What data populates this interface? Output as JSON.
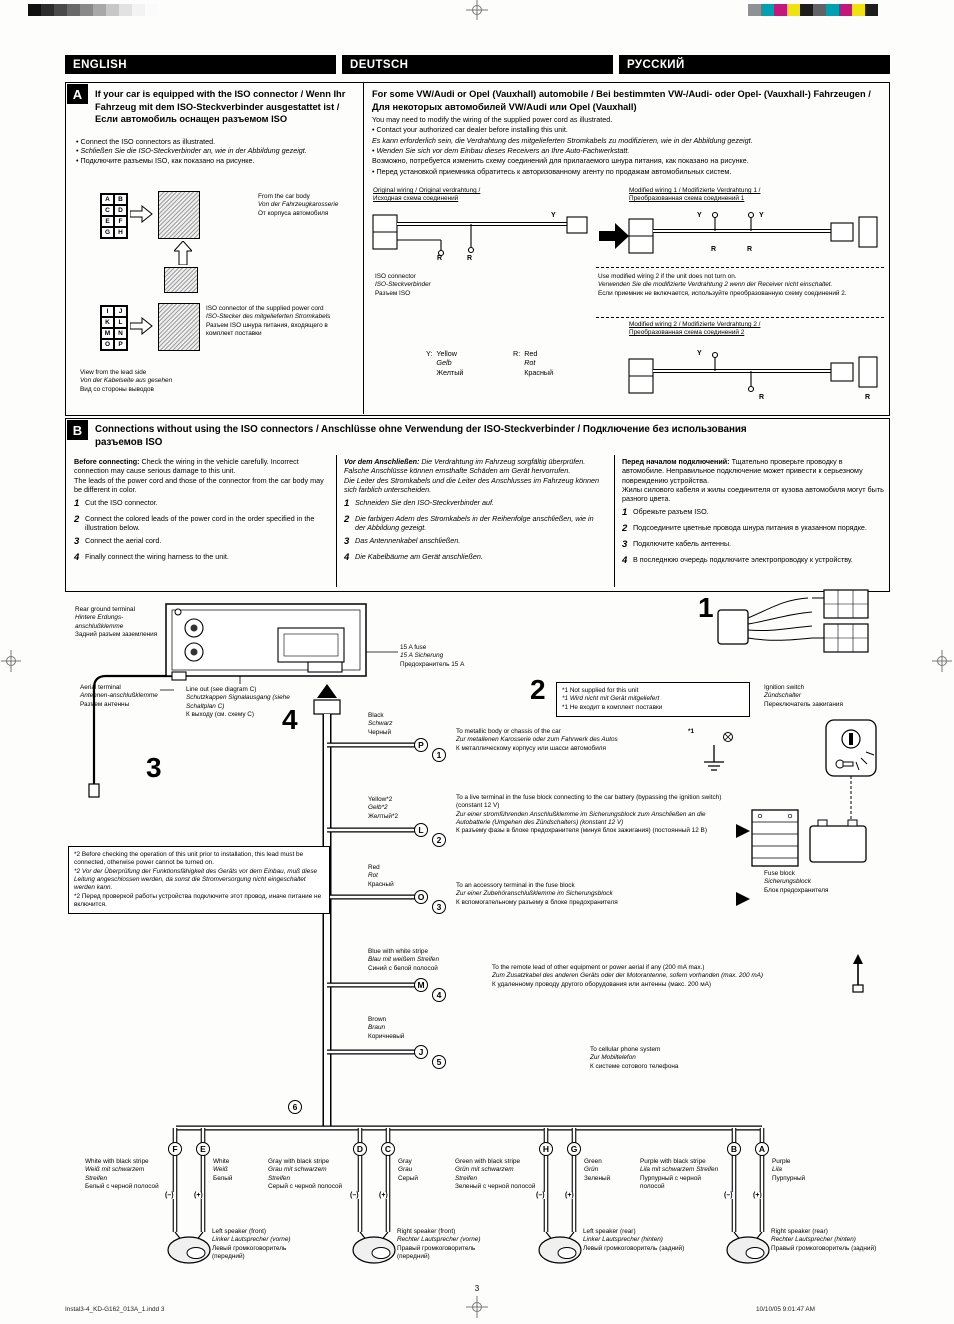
{
  "print_marks": {
    "left": [
      "#101010",
      "#2c2c2c",
      "#4a4a4a",
      "#696969",
      "#898989",
      "#a8a8a8",
      "#c7c7c7",
      "#e2e2e2",
      "#f3f3f3",
      "#fbfbfb"
    ],
    "right": [
      "#8e9294",
      "#00a0b0",
      "#c4177c",
      "#f0e20e",
      "#1d1d1b",
      "#616365",
      "#00a0b0",
      "#c4177c",
      "#f0e20e",
      "#1d1d1b"
    ]
  },
  "header": {
    "english": "ENGLISH",
    "deutsch": "DEUTSCH",
    "russian": "РУССКИЙ"
  },
  "section_a": {
    "badge": "A",
    "left": {
      "title": "If your car is equipped with the ISO connector / Wenn Ihr Fahrzeug mit dem ISO-Steckverbinder ausgestattet ist / Если автомобиль оснащен разъемом ISO",
      "bullet_en": "• Connect the ISO connectors as illustrated.",
      "bullet_de": "• Schließen Sie die ISO-Steckverbinder an, wie in der Abbildung gezeigt.",
      "bullet_ru": "• Подключите разъемы ISO, как показано на рисунке.",
      "pins_top": [
        "A",
        "B",
        "C",
        "D",
        "E",
        "F",
        "G",
        "H"
      ],
      "pins_bottom": [
        "I",
        "J",
        "K",
        "L",
        "M",
        "N",
        "O",
        "P"
      ],
      "label_from_car_body": "From the car body\nVon der Fahrzeugkarosserie\nОт корпуса автомобиля",
      "label_iso_supplied": "ISO connector of the supplied power cord\nISO-Stecker des mitgelieferten Stromkabels\nРазъем ISO шнура питания, входящего в комплект поставки",
      "label_view_lead": "View from the lead side\nVon der Kabelseite aus gesehen\nВид со стороны выводов"
    },
    "right": {
      "title": "For some VW/Audi or Opel (Vauxhall) automobile / Bei bestimmten VW-/Audi- oder Opel- (Vauxhall-) Fahrzeugen / Для некоторых автомобилей VW/Audi или Opel (Vauxhall)",
      "para_en1": "You may need to modify the wiring of the supplied power cord as illustrated.",
      "para_en2": "• Contact your authorized car dealer before installing this unit.",
      "para_de1": "Es kann erforderlich sein, die Verdrahtung des mitgelieferten Stromkabels zu modifizieren, wie in der Abbildung gezeigt.",
      "para_de2": "• Wenden Sie sich vor dem Einbau dieses Receivers an Ihre Auto-Fachwerkstatt.",
      "para_ru1": "Возможно, потребуется изменить схему соединений для прилагаемого шнура питания, как показано на рисунке.",
      "para_ru2": "• Перед установкой приемника обратитесь к авторизованному агенту по продажам автомобильных систем.",
      "label_original": "Original wiring / Original verdrahtung /\nИсходная схема соединений",
      "label_modified1": "Modified wiring 1 / Modifizierte Verdrahtung 1 /\nПреобразованная схема соединений 1",
      "label_iso_connector": "ISO connector\nISO-Steckverbinder\nРазъем ISO",
      "label_use_modified2": "Use modified wiring 2 if the unit does not turn on.\nVerwenden Sie die modifizierte Verdrahtung 2 wenn der Receiver nicht einschaltet.\nЕсли приемник не включается, используйте преобразованную схему соединений 2.",
      "label_modified2": "Modified wiring 2 / Modifizierte Verdrahtung 2 /\nПреобразованная схема соединений 2",
      "y_letter": "Y",
      "r_letter": "R",
      "legend_y": "Y:",
      "legend_yellow": "Yellow\nGelb\nЖелтый",
      "legend_r": "R:",
      "legend_red": "Red\nRot\nКрасный"
    }
  },
  "section_b": {
    "badge": "B",
    "title": "Connections without using the ISO connectors / Anschlüsse ohne Verwendung der ISO-Steckverbinder / Подключение без использования разъемов ISO",
    "en": {
      "lead": "Before connecting:",
      "rest": " Check the wiring in the vehicle carefully. Incorrect connection may cause serious damage to this unit.\nThe leads of the power cord and those of the connector from the car body may be different in color.",
      "steps": [
        {
          "n": "1",
          "t": "Cut the ISO connector."
        },
        {
          "n": "2",
          "t": "Connect the colored leads of the power cord in the order specified in the illustration below."
        },
        {
          "n": "3",
          "t": "Connect the aerial cord."
        },
        {
          "n": "4",
          "t": "Finally connect the wiring harness to the unit."
        }
      ]
    },
    "de": {
      "lead": "Vor dem Anschließen:",
      "rest": " Die Verdrahtung im Fahrzeug sorgfältig überprüfen. Falsche Anschlüsse können ernsthafte Schäden am Gerät hervorrufen.\nDie Leiter des Stromkabels und die Leiter des Anschlusses im Fahrzeug können sich farblich unterscheiden.",
      "steps": [
        {
          "n": "1",
          "t": "Schneiden Sie den ISO-Steckverbinder auf."
        },
        {
          "n": "2",
          "t": "Die farbigen Adern des Stromkabels in der Reihenfolge anschließen, wie in der Abbildung gezeigt."
        },
        {
          "n": "3",
          "t": "Das Antennenkabel anschließen."
        },
        {
          "n": "4",
          "t": "Die Kabelbäume am Gerät anschließen."
        }
      ]
    },
    "ru": {
      "lead": "Перед началом подключений:",
      "rest": " Тщательно проверьте проводку в автомобиле. Неправильное подключение может привести к серьезному повреждению устройства.\nЖилы силового кабеля и жилы соединителя от кузова автомобиля могут быть разного цвета.",
      "steps": [
        {
          "n": "1",
          "t": "Обрежьте разъем ISO."
        },
        {
          "n": "2",
          "t": "Подсоедините цветные провода шнура питания в указанном порядке."
        },
        {
          "n": "3",
          "t": "Подключите кабель антенны."
        },
        {
          "n": "4",
          "t": "В последнюю очередь подключите электропроводку к устройству."
        }
      ]
    }
  },
  "wiring": {
    "n1": "1",
    "n2": "2",
    "n3": "3",
    "n4": "4",
    "n6": "6",
    "star1": "*1",
    "rear_ground": "Rear ground terminal\nHintere Erdungs-anschlußklemme\nЗадний разъем зазем­ления",
    "aerial": "Aerial terminal\nAntennen-anschlußklemme\nРазъем антенны",
    "line_out": "Line out (see diagram C)\nSchutzkappen Signalausgang (siehe Schaltplan C)\nК выходу (см. схему C)",
    "fuse15": "15 A fuse\n15 A Sicherung\nПредохранитель 15 А",
    "not_supplied": "*1  Not supplied for this unit\n*1  Wird nicht mit Gerät mitgeliefert\n*1  Не входит в комплект поставки",
    "ignition": "Ignition switch\nZündschalter\nПереключатель зажигания",
    "fuse_block": "Fuse block\nSicherungsblock\nБлок предохранителя",
    "rows": [
      {
        "letter": "P",
        "num": "1",
        "color": "Black\nSchwarz\nЧерный",
        "dest": "To metallic body or chassis of the car\nZur metallenen Karosserie oder zum Fahrwerk des Autos\nК металлическому корпусу или шасси автомобиля"
      },
      {
        "letter": "L",
        "num": "2",
        "color": "Yellow*2\nGelb*2\nЖелтый*2",
        "dest": "To a live terminal in the fuse block connecting to the car battery (bypassing the ignition switch) (constant 12 V)\nZur einer stromführenden Anschlußklemme im Sicherungsblock zum Anschließen an die Autobatterie (Umgehen des Zündschalters) (konstant 12 V)\nК разъему фазы в блоке предохранителя (минуя блок зажигания) (постоянный 12 В)"
      },
      {
        "letter": "O",
        "num": "3",
        "color": "Red\nRot\nКрасный",
        "dest": "To an accessory terminal in the fuse block\nZur einer Zubehöranschlußklemme im Sicherungsblock\nК вспомогательному разъему в блоке предохранителя"
      },
      {
        "letter": "M",
        "num": "4",
        "color": "Blue with white stripe\nBlau mit weißem Streifen\nСиний с белой полосой",
        "dest": "To the remote lead of other equipment or power aerial if any (200 mA max.)\nZum Zusatzkabel des anderen Geräts oder der Motorantenne, sofern vorhanden (max. 200 mA)\nК удаленному проводу другого оборудования или антенны (макс. 200 мА)"
      },
      {
        "letter": "J",
        "num": "5",
        "color": "Brown\nBraun\nКоричневый",
        "dest": "To cellular phone system\nZur Mobiltelefon\nК системе сотового телефона"
      }
    ],
    "note2_en": "*2  Before checking the operation of this unit prior to installation, this lead must be connected, otherwise power cannot be turned on.",
    "note2_de": "*2  Vor der Überprüfung der Funktionsfähigkeit des Geräts vor dem Einbau, muß diese Leitung angeschlossen werden, da sonst die Stromversorgung nicht eingeschaltet werden kann.",
    "note2_ru": "*2  Перед проверкой работы устройства подключите этот провод, иначе питание не включится."
  },
  "speakers": {
    "groups": [
      {
        "l1": "F",
        "l2": "E",
        "c1": "White with black stripe\nWeiß mit schwarzem Streifen\nБелый с черной полосой",
        "c2": "White\nWeiß\nБелый",
        "minus": "(–)",
        "plus": "(+)",
        "name": "Left speaker (front)\nLinker Lautsprecher (vorne)\nЛевый громкоговоритель (передний)"
      },
      {
        "l1": "D",
        "l2": "C",
        "c1": "Gray with black stripe\nGrau mit schwarzem Streifen\nСерый с черной полосой",
        "c2": "Gray\nGrau\nСерый",
        "minus": "(–)",
        "plus": "(+)",
        "name": "Right speaker (front)\nRechter Lautsprecher (vorne)\nПравый громкоговоритель (передний)"
      },
      {
        "l1": "H",
        "l2": "G",
        "c1": "Green with black stripe\nGrün mit schwarzem Streifen\nЗеленый с черной полосой",
        "c2": "Green\nGrün\nЗеленый",
        "minus": "(–)",
        "plus": "(+)",
        "name": "Left speaker (rear)\nLinker Lautsprecher (hinten)\nЛевый громкоговоритель (задний)"
      },
      {
        "l1": "B",
        "l2": "A",
        "c1": "Purple with black stripe\nLila mit schwarzem Streifen\nПурпурный с черной полосой",
        "c2": "Purple\nLila\nПурпурный",
        "minus": "(–)",
        "plus": "(+)",
        "name": "Right speaker (rear)\nRechter Lautsprecher (hinten)\nПравый громкоговоритель (задний)"
      }
    ]
  },
  "footer": {
    "page": "3",
    "left": "Instal3-4_KD-G162_013A_1.indd   3",
    "right": "10/10/05   9:01:47 AM"
  }
}
